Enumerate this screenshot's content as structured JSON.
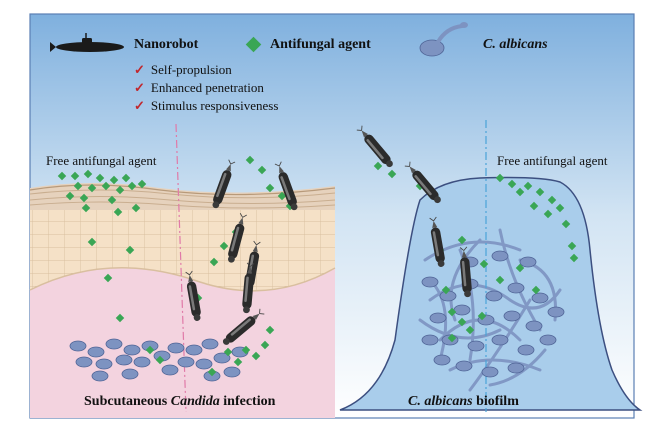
{
  "legend": {
    "nanorobot": "Nanorobot",
    "antifungal": "Antifungal agent",
    "albicans": "C. albicans"
  },
  "features": [
    "Self-propulsion",
    "Enhanced penetration",
    "Stimulus responsiveness"
  ],
  "labels": {
    "free_left": "Free antifungal agent",
    "free_right": "Free antifungal agent"
  },
  "captions": {
    "left_pre": "Subcutaneous ",
    "left_italic": "Candida",
    "left_post": " infection",
    "right_italic": "C. albicans",
    "right_post": " biofilm"
  },
  "colors": {
    "agent": "#3aa655",
    "skin_top": "#e6d2bd",
    "skin_cells": "#f5e1c7",
    "dermis": "#f3d3df",
    "biofilm": "#a9cdeb",
    "cell": "#7d93c1",
    "check": "#c1272d"
  },
  "icons": [
    "submarine-icon",
    "diamond-icon",
    "fungal-cell-icon",
    "check-icon"
  ]
}
